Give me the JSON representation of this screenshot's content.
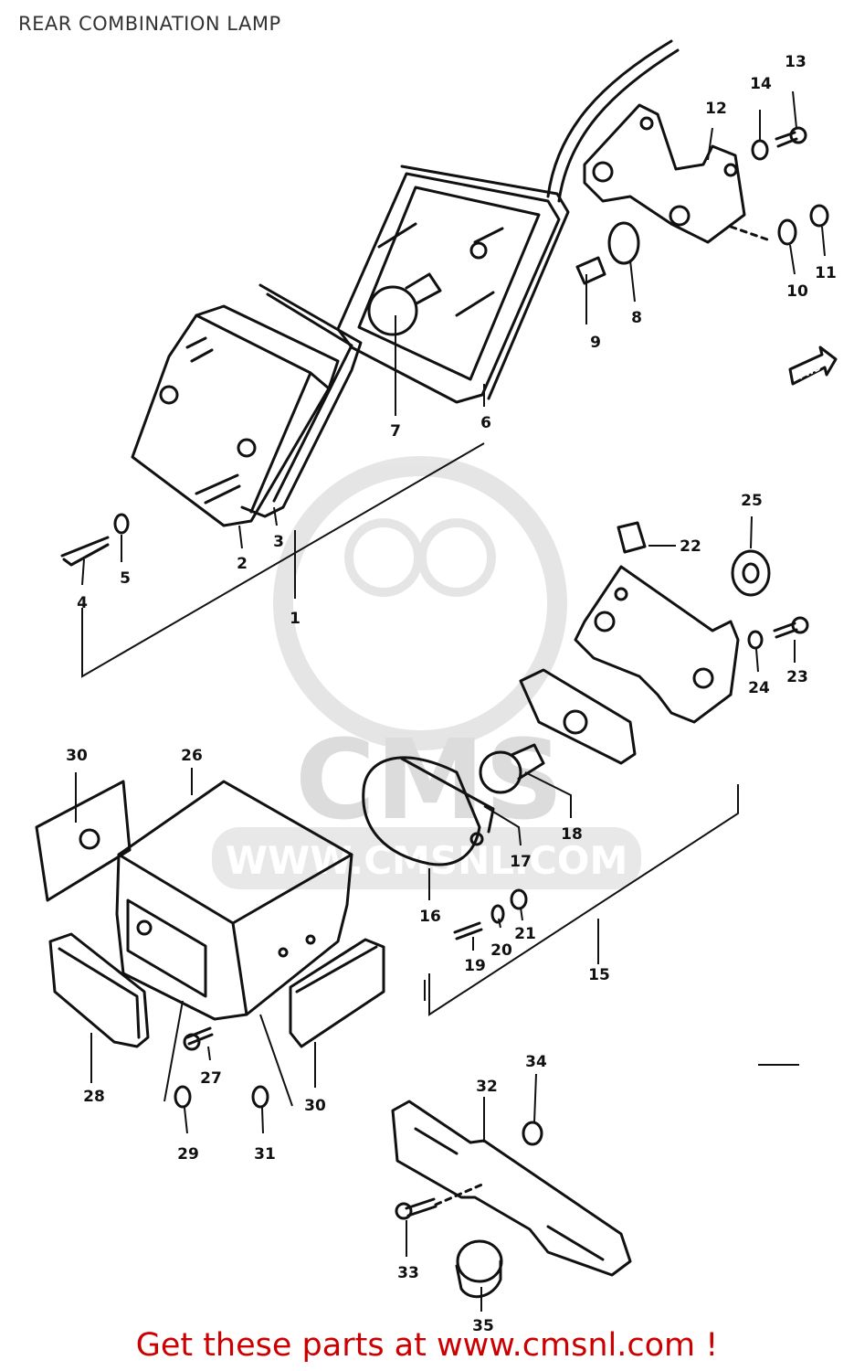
{
  "title": "REAR COMBINATION LAMP",
  "watermark": {
    "brand": "CMS",
    "url": "WWW.CMSNL.COM"
  },
  "fwd_label": "FWD",
  "banner_text": "Get these parts at www.cmsnl.com !",
  "part_labels": [
    "1",
    "2",
    "3",
    "4",
    "5",
    "6",
    "7",
    "8",
    "9",
    "10",
    "11",
    "12",
    "13",
    "14",
    "15",
    "16",
    "17",
    "18",
    "19",
    "20",
    "21",
    "22",
    "23",
    "24",
    "25",
    "26",
    "27",
    "28",
    "29",
    "30",
    "31",
    "32",
    "33",
    "34",
    "35",
    "30"
  ]
}
